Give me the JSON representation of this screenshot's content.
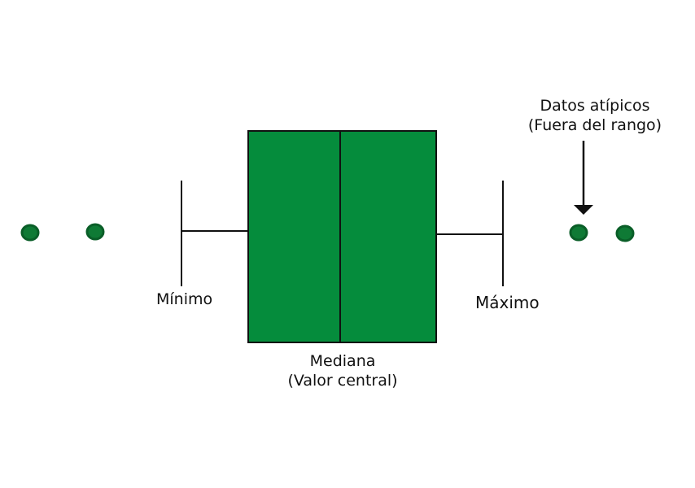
{
  "labels": {
    "minimum": "Mínimo",
    "maximum": "Máximo",
    "median_line1": "Mediana",
    "median_line2": "(Valor central)",
    "outliers_line1": "Datos atípicos",
    "outliers_line2": "(Fuera del rango)"
  },
  "colors": {
    "box_fill": "#058C3C",
    "outlier_fill": "#0F7A35",
    "stroke": "#111111"
  },
  "icons": {
    "outlier_pointer": "arrow-down-icon"
  }
}
